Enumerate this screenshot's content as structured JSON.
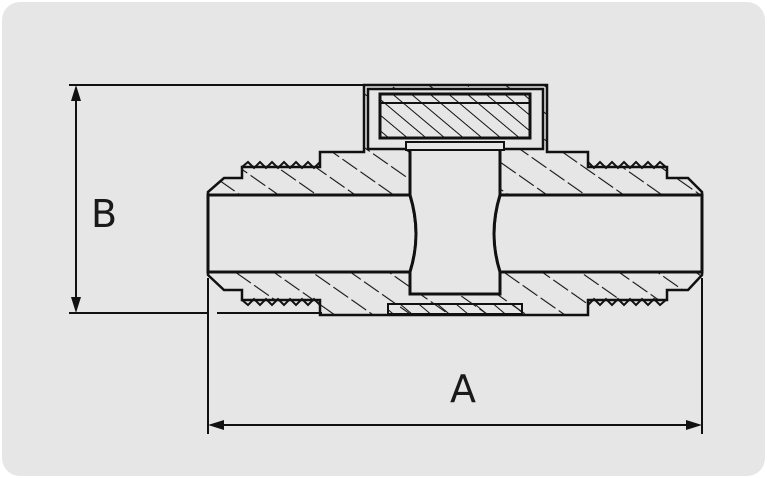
{
  "drawing": {
    "title": "",
    "dimensions": [
      {
        "id": "A",
        "label": "A"
      },
      {
        "id": "B",
        "label": "B"
      }
    ],
    "colors": {
      "background": "#e6e6e6",
      "body_fill": "#e6e6e6",
      "line": "#111111",
      "hatch": "#111111",
      "outer_background": "#ffffff"
    },
    "components": [
      "fitting-body",
      "threaded-end-left",
      "threaded-end-right",
      "sight-window",
      "bore",
      "center-chamber"
    ]
  }
}
